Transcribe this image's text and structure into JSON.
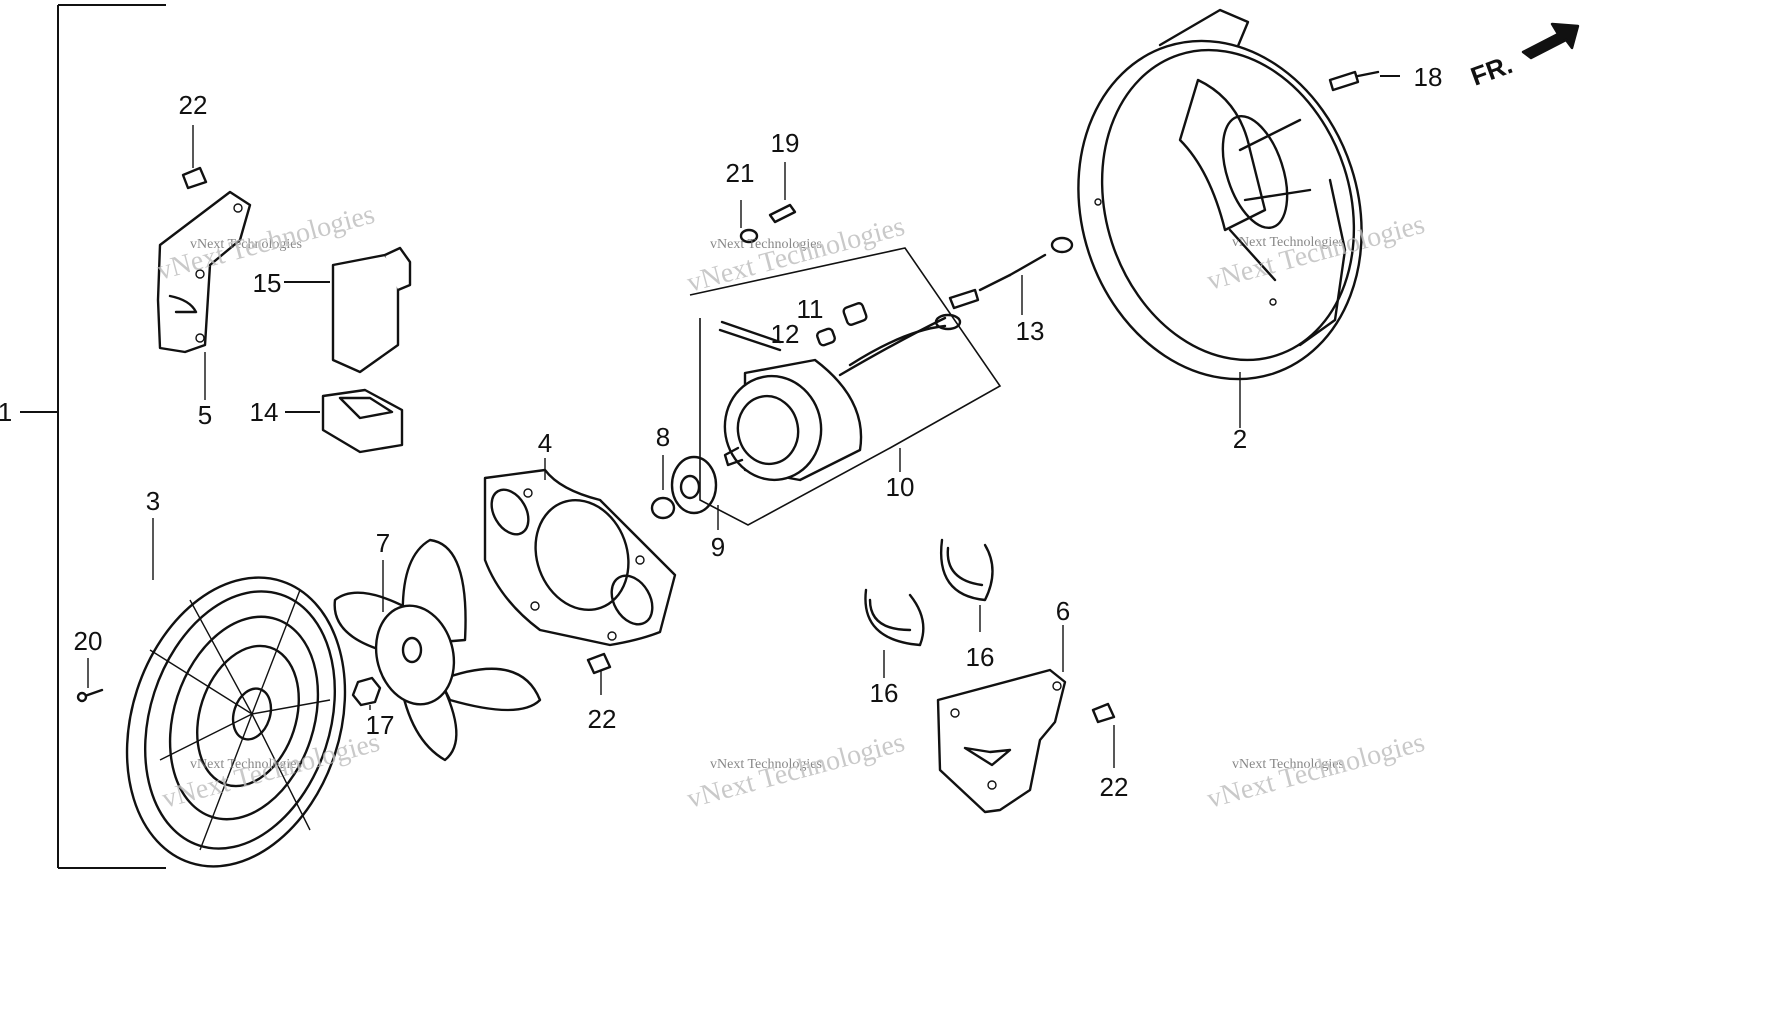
{
  "diagram": {
    "orientation_label": "FR.",
    "watermark": {
      "line1": "vNext Technologies",
      "line2": "vNext Technologies"
    },
    "callouts": {
      "c1": "1",
      "c2": "2",
      "c3": "3",
      "c4": "4",
      "c5": "5",
      "c6": "6",
      "c7": "7",
      "c8": "8",
      "c9": "9",
      "c10": "10",
      "c11": "11",
      "c12": "12",
      "c13": "13",
      "c14": "14",
      "c15": "15",
      "c16a": "16",
      "c16b": "16",
      "c17": "17",
      "c18": "18",
      "c19": "19",
      "c20": "20",
      "c21": "21",
      "c22a": "22",
      "c22b": "22",
      "c22c": "22"
    },
    "colors": {
      "ink": "#111111",
      "watermark": "#9a9a9a",
      "background": "#ffffff"
    }
  }
}
